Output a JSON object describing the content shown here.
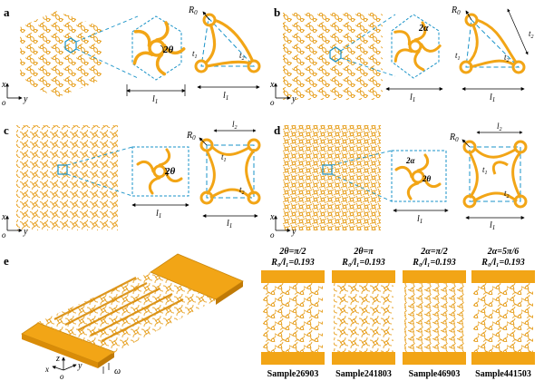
{
  "panels": {
    "a": {
      "letter": "a",
      "angle_label": "2θ"
    },
    "b": {
      "letter": "b",
      "angle_label": "2α"
    },
    "c": {
      "letter": "c",
      "angle_label": "2θ"
    },
    "d": {
      "letter": "d",
      "angle_label": "2θ",
      "angle_label_2": "2α"
    },
    "e": {
      "letter": "e"
    }
  },
  "labels": {
    "R0": "R",
    "R0_sub": "0",
    "l": "l",
    "t": "t",
    "s1": "1",
    "s2": "2",
    "x": "x",
    "y": "y",
    "z": "z",
    "o": "o",
    "w": "ω"
  },
  "samples": [
    {
      "param": "2θ=π/2",
      "ratio": "R₀/l₁=0.193",
      "name": "Sample26903"
    },
    {
      "param": "2θ=π",
      "ratio": "R₀/l₁=0.193",
      "name": "Sample241803"
    },
    {
      "param": "2α=π/2",
      "ratio": "R₀/l₁=0.193",
      "name": "Sample46903"
    },
    {
      "param": "2α=5π/6",
      "ratio": "R₀/l₁=0.193",
      "name": "Sample441503"
    }
  ],
  "colors": {
    "gold": "#F2A516",
    "gold_dark": "#D98C08",
    "dash": "#1A93C8",
    "ink": "#000000"
  }
}
